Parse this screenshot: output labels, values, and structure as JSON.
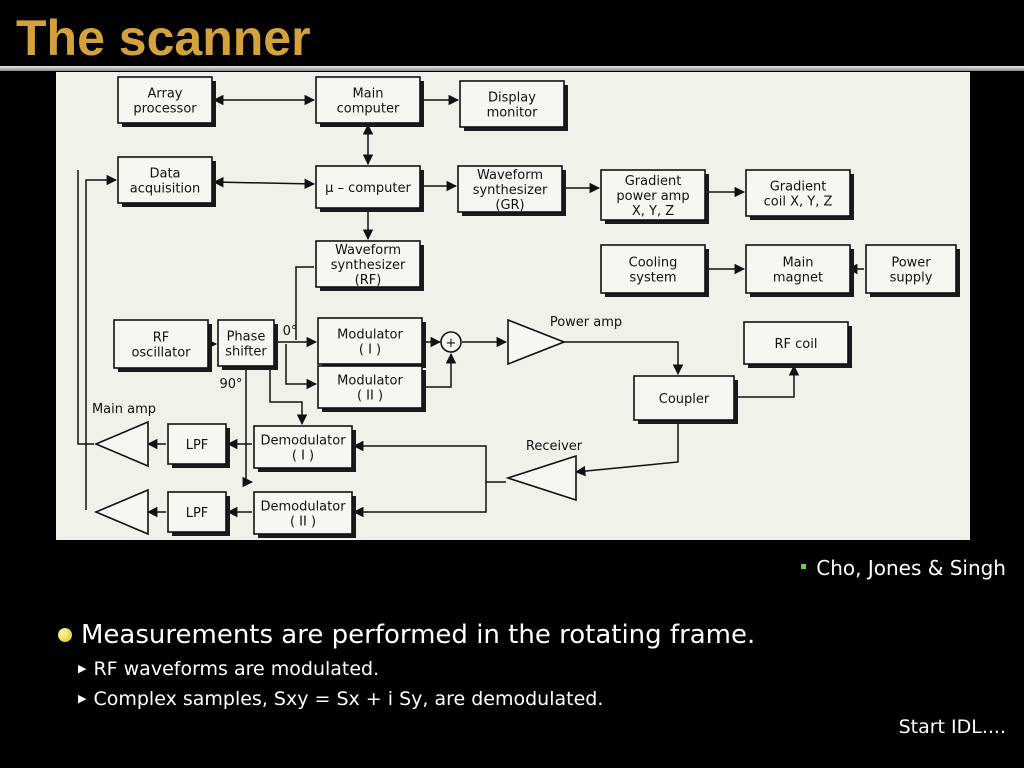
{
  "slide": {
    "title": "The scanner",
    "credit": "Cho, Jones & Singh",
    "bullet_main": "Measurements are performed in the rotating frame.",
    "sub_bullets": [
      "RF waveforms are modulated.",
      "Complex samples, Sxy = Sx + i Sy, are demodulated."
    ],
    "footer_note": "Start IDL...."
  },
  "diagram": {
    "blocks": {
      "array_processor": [
        "Array",
        "processor"
      ],
      "main_computer": [
        "Main",
        "computer"
      ],
      "display_monitor": [
        "Display",
        "monitor"
      ],
      "data_acquisition": [
        "Data",
        "acquisition"
      ],
      "mu_computer": [
        "μ – computer"
      ],
      "waveform_gr": [
        "Waveform",
        "synthesizer",
        "(GR)"
      ],
      "gradient_amp": [
        "Gradient",
        "power amp",
        "X, Y, Z"
      ],
      "gradient_coil": [
        "Gradient",
        "coil  X, Y, Z"
      ],
      "waveform_rf": [
        "Waveform",
        "synthesizer",
        "(RF)"
      ],
      "cooling_system": [
        "Cooling",
        "system"
      ],
      "main_magnet": [
        "Main",
        "magnet"
      ],
      "power_supply": [
        "Power",
        "supply"
      ],
      "rf_oscillator": [
        "RF",
        "oscillator"
      ],
      "phase_shifter": [
        "Phase",
        "shifter"
      ],
      "modulator_1": [
        "Modulator",
        "( I )"
      ],
      "modulator_2": [
        "Modulator",
        "( II )"
      ],
      "rf_coil": [
        "RF coil"
      ],
      "coupler": [
        "Coupler"
      ],
      "lpf_1": [
        "LPF"
      ],
      "demodulator_1": [
        "Demodulator",
        "( I )"
      ],
      "lpf_2": [
        "LPF"
      ],
      "demodulator_2": [
        "Demodulator",
        "( II )"
      ]
    },
    "labels": {
      "power_amp": "Power amp",
      "receiver": "Receiver",
      "main_amp": "Main amp",
      "phase_0": "0°",
      "phase_90": "90°",
      "summer": "+"
    }
  }
}
